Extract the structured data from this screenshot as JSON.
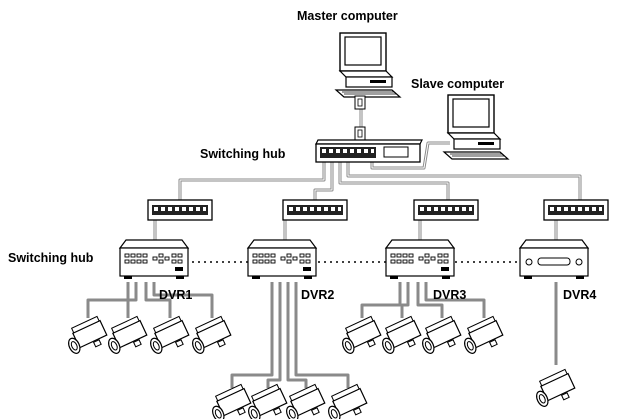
{
  "labels": {
    "master_computer": "Master computer",
    "slave_computer": "Slave computer",
    "switching_hub_top": "Switching hub",
    "switching_hub_left": "Switching hub",
    "dvr1": "DVR1",
    "dvr2": "DVR2",
    "dvr3": "DVR3",
    "dvr4": "DVR4"
  },
  "colors": {
    "cable": "#8a8a8a",
    "outline": "#000000",
    "background": "#ffffff"
  },
  "icons": [
    "computer-icon",
    "switching-hub-icon",
    "dvr-icon",
    "camera-icon",
    "connector-icon"
  ]
}
